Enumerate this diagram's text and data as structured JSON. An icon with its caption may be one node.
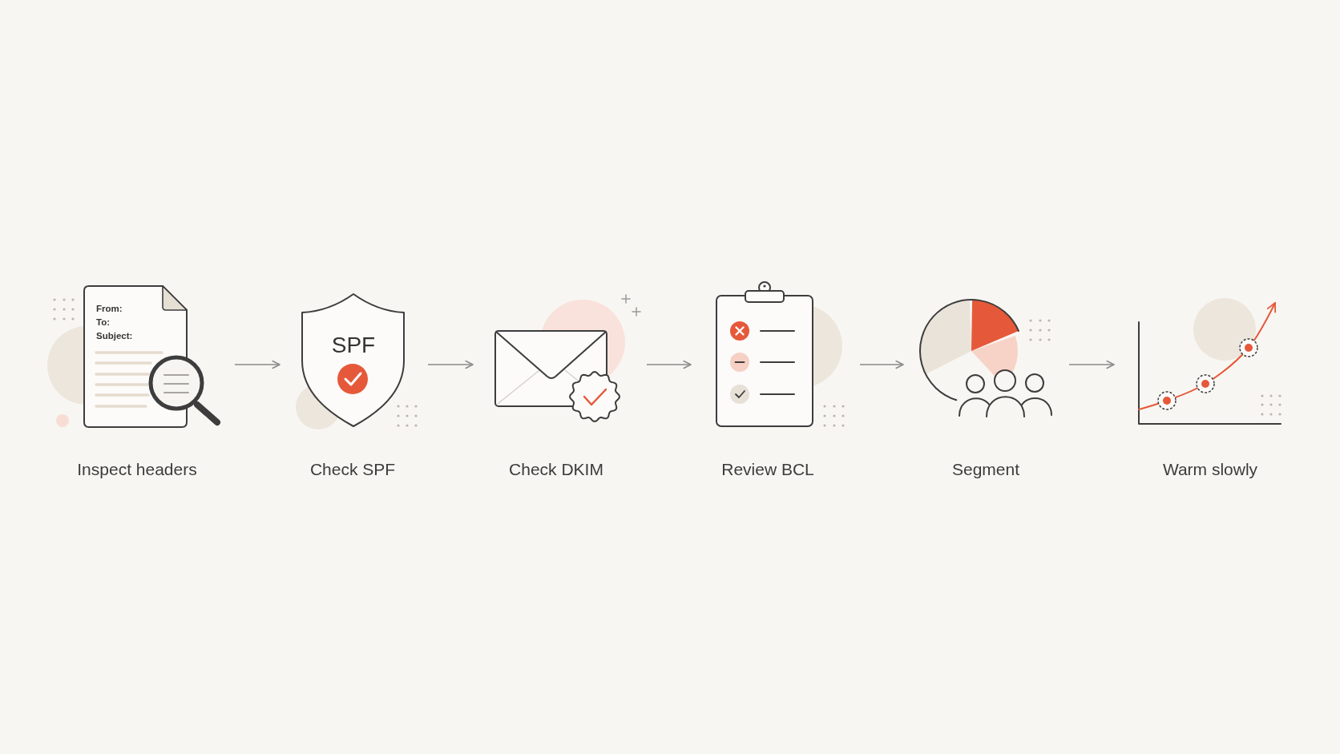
{
  "diagram": {
    "nodes": [
      {
        "text": [
          "From:",
          "To:",
          "Subject:",
          "Inspect headers"
        ]
      },
      {
        "text": [
          "SPF",
          "Check SPF"
        ]
      },
      {
        "text": [
          "Check DKIM"
        ]
      },
      {
        "text": [
          "Review BCL"
        ]
      },
      {
        "text": [
          "Segment"
        ]
      },
      {
        "text": [
          "Warm slowly"
        ]
      }
    ],
    "edges": [
      {
        "from": 0,
        "to": 1,
        "arrow": "to"
      },
      {
        "from": 1,
        "to": 2,
        "arrow": "to"
      },
      {
        "from": 2,
        "to": 3,
        "arrow": "to"
      },
      {
        "from": 3,
        "to": 4,
        "arrow": "to"
      },
      {
        "from": 4,
        "to": 5,
        "arrow": "to"
      }
    ]
  }
}
